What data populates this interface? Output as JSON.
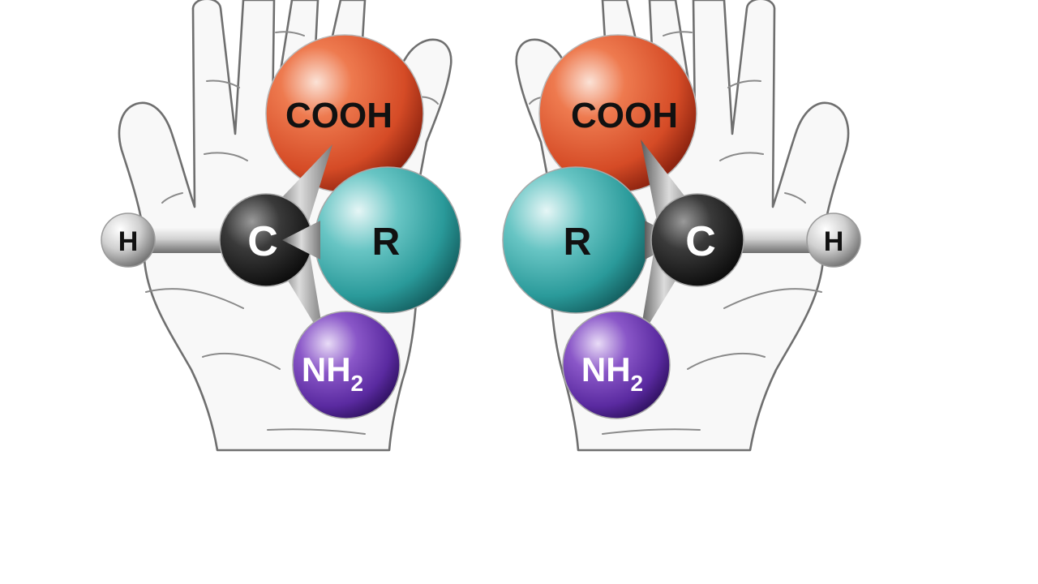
{
  "molecules": [
    {
      "side": "left",
      "labels": {
        "carboxyl": "COOH",
        "side_chain": "R",
        "carbon": "C",
        "hydrogen": "H",
        "amino_main": "NH",
        "amino_sub": "2"
      }
    },
    {
      "side": "right",
      "labels": {
        "carboxyl": "COOH",
        "side_chain": "R",
        "carbon": "C",
        "hydrogen": "H",
        "amino_main": "NH",
        "amino_sub": "2"
      }
    }
  ],
  "colors": {
    "carboxyl": "#e0532c",
    "side_chain": "#2a9a9a",
    "carbon": "#2a2a2a",
    "hydrogen": "#c8c8c8",
    "amino": "#5a2aa0",
    "hand_outline": "#6f6f6f"
  }
}
